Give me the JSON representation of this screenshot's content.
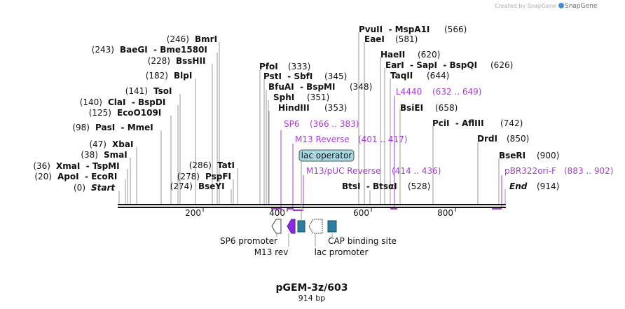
{
  "header": {
    "credit": "Created by SnapGene"
  },
  "map": {
    "name": "pGEM-3z/603",
    "length_label": "914 bp",
    "ticks": [
      "200",
      "400",
      "600",
      "800"
    ],
    "sites": [
      {
        "pos": "(0)",
        "name": "Start"
      },
      {
        "pos": "(20)",
        "name": "ApoI  - EcoRI"
      },
      {
        "pos": "(36)",
        "name": "XmaI  - TspMI"
      },
      {
        "pos": "(38)",
        "name": "SmaI"
      },
      {
        "pos": "(47)",
        "name": "XbaI"
      },
      {
        "pos": "(98)",
        "name": "PasI  - MmeI"
      },
      {
        "pos": "(125)",
        "name": "EcoO109I"
      },
      {
        "pos": "(140)",
        "name": "ClaI  - BspDI"
      },
      {
        "pos": "(141)",
        "name": "TsoI"
      },
      {
        "pos": "(182)",
        "name": "BlpI"
      },
      {
        "pos": "(228)",
        "name": "BssHII"
      },
      {
        "pos": "(243)",
        "name": "BaeGI  - Bme1580I"
      },
      {
        "pos": "(246)",
        "name": "BmrI"
      },
      {
        "pos": "(274)",
        "name": "BseYI"
      },
      {
        "pos": "(278)",
        "name": "PspFI"
      },
      {
        "pos": "(286)",
        "name": "TatI"
      },
      {
        "pos": "(333)",
        "name": "PfoI"
      },
      {
        "pos": "(345)",
        "name": "PstI  - SbfI"
      },
      {
        "pos": "(348)",
        "name": "BfuAI  - BspMI"
      },
      {
        "pos": "(351)",
        "name": "SphI"
      },
      {
        "pos": "(353)",
        "name": "HindIII"
      },
      {
        "pos": "(566)",
        "name": "PvuII  - MspA1I"
      },
      {
        "pos": "(581)",
        "name": "EaeI"
      },
      {
        "pos": "(620)",
        "name": "HaeII"
      },
      {
        "pos": "(626)",
        "name": "EarI  - SapI  - BspQI"
      },
      {
        "pos": "(644)",
        "name": "TaqII"
      },
      {
        "pos": "(658)",
        "name": "BsiEI"
      },
      {
        "pos": "(528)",
        "name": "BtsI  - BtsαI"
      },
      {
        "pos": "(742)",
        "name": "PciI  - AflIII"
      },
      {
        "pos": "(850)",
        "name": "DrdI"
      },
      {
        "pos": "(900)",
        "name": "BseRI"
      },
      {
        "pos": "(914)",
        "name": "End"
      }
    ],
    "primers": [
      {
        "name": "SP6",
        "range": "(366 .. 383)"
      },
      {
        "name": "M13 Reverse",
        "range": "(401 .. 417)"
      },
      {
        "name": "M13/pUC Reverse",
        "range": "(414 .. 436)"
      },
      {
        "name": "L4440",
        "range": "(632 .. 649)"
      },
      {
        "name": "pBR322ori-F",
        "range": "(883 .. 902)"
      }
    ],
    "features": [
      {
        "name": "lac operator"
      },
      {
        "name": "SP6 promoter"
      },
      {
        "name": "M13 rev"
      },
      {
        "name": "lac promoter"
      },
      {
        "name": "CAP binding site"
      }
    ],
    "colors": {
      "primer": "#a63cd6",
      "m13rev": "#8a2be2",
      "box": "#2a7f9e",
      "lac_operator_fill": "#a8d8e0",
      "backbone": "#111111",
      "label_line": "#999999"
    }
  }
}
